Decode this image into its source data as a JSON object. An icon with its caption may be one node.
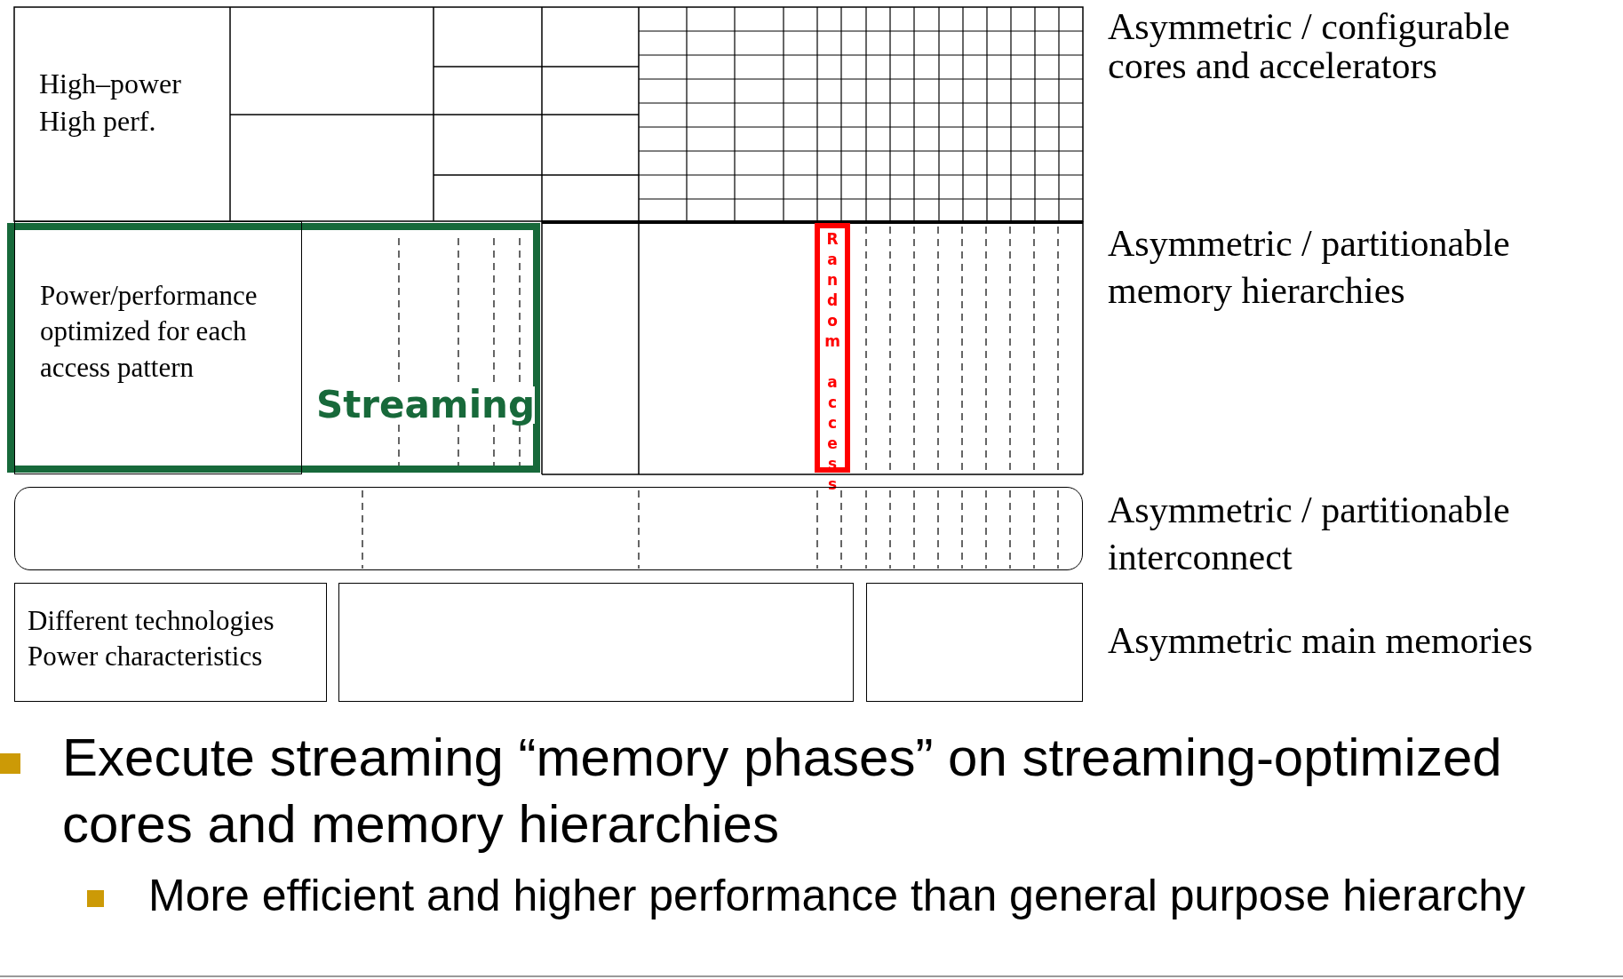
{
  "diagram": {
    "nodes": [
      {
        "text": [
          "High–power High perf."
        ]
      },
      {
        "text": [
          "Power/performance optimized for each access pattern"
        ],
        "in": 2
      },
      {
        "text": [
          "Streaming"
        ]
      },
      {
        "text": [
          "Random access"
        ]
      },
      {
        "text": [],
        "shape": "box"
      },
      {
        "text": [
          "Different technologies Power characteristics"
        ]
      },
      {
        "text": [],
        "shape": "box"
      },
      {
        "text": [],
        "shape": "box"
      }
    ],
    "labels": [
      "Asymmetric / configurable cores and accelerators",
      "Asymmetric / partitionable memory hierarchies",
      "Asymmetric / partitionable interconnect",
      "Asymmetric main memories",
      "Execute streaming “memory phases” on streaming-optimized cores and memory hierarchies",
      "More efficient and higher performance than general purpose hierarchy"
    ]
  }
}
